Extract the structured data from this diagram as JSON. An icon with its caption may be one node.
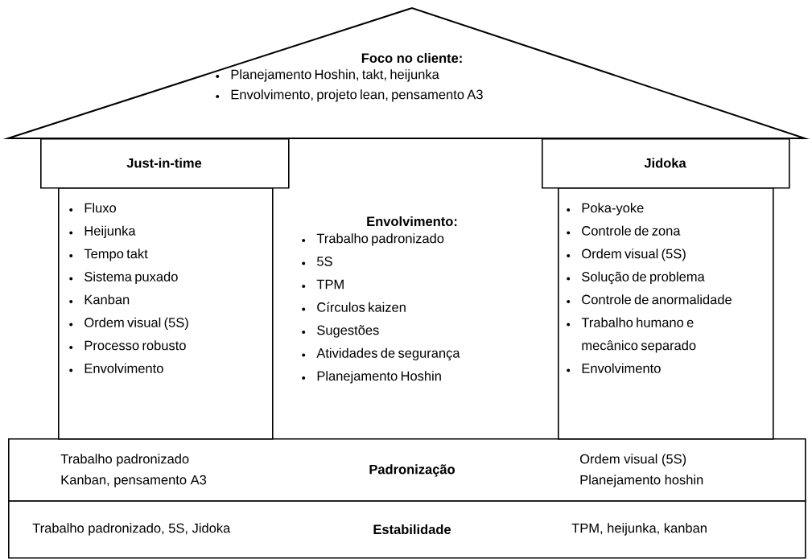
{
  "diagram": {
    "nodes": [
      {
        "text": [
          "Foco no cliente:",
          "Planejamento Hoshin, takt, heijunka",
          "Envolvimento, projeto lean, pensamento A3"
        ]
      },
      {
        "text": [
          "Just-in-time"
        ]
      },
      {
        "text": [
          "Fluxo",
          "Heijunka",
          "Tempo takt",
          "Sistema puxado",
          "Kanban",
          "Ordem visual (5S)",
          "Processo robusto",
          "Envolvimento"
        ]
      },
      {
        "text": [
          "Jidoka"
        ]
      },
      {
        "text": [
          "Poka-yoke",
          "Controle de zona",
          "Ordem visual (5S)",
          "Solução de problema",
          "Controle de anormalidade",
          "Trabalho humano e mecânico separado",
          "Envolvimento"
        ]
      },
      {
        "text": [
          "Trabalho padronizado",
          "Kanban, pensamento A3",
          "Padronização",
          "Ordem visual (5S)",
          "Planejamento hoshin"
        ]
      },
      {
        "text": [
          "Trabalho padronizado, 5S, Jidoka",
          "Estabilidade",
          "TPM, heijunka, kanban"
        ]
      }
    ],
    "labels": [
      "Envolvimento:",
      "Trabalho padronizado",
      "5S",
      "TPM",
      "Círculos kaizen",
      "Sugestões",
      "Atividades de segurança",
      "Planejamento Hoshin"
    ]
  }
}
